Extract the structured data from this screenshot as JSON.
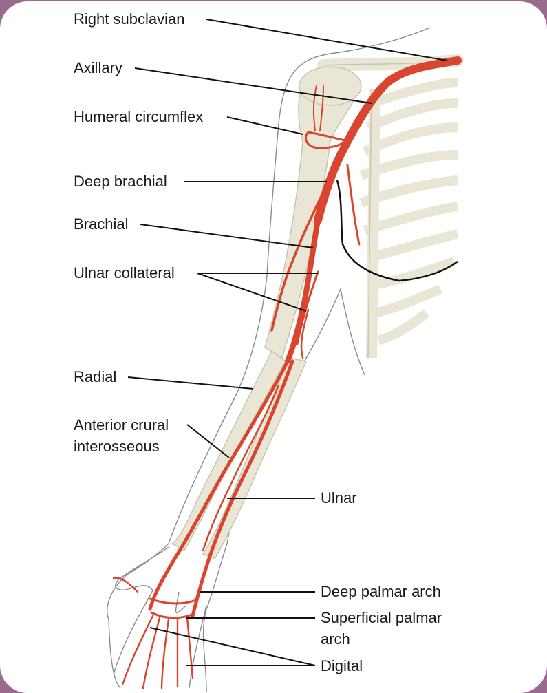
{
  "labels": {
    "right_subclavian": "Right subclavian",
    "axillary": "Axillary",
    "humeral_circumflex": "Humeral circumflex",
    "deep_brachial": "Deep brachial",
    "brachial": "Brachial",
    "ulnar_collateral": "Ulnar collateral",
    "radial": "Radial",
    "anterior_crural_line1": "Anterior crural",
    "anterior_crural_line2": "interosseous",
    "ulnar": "Ulnar",
    "deep_palmar_arch": "Deep palmar arch",
    "superficial_palmar_line1": "Superficial palmar",
    "superficial_palmar_line2": "arch",
    "digital": "Digital"
  },
  "colors": {
    "frame": "#9a6a8e",
    "card": "#ffffff",
    "bone": "#e9e6d6",
    "bone_outline": "#c9c4ad",
    "artery": "#d9452e",
    "artery_dark": "#a72a19",
    "leader": "#111111",
    "skin_outline": "#8a8a8a"
  }
}
